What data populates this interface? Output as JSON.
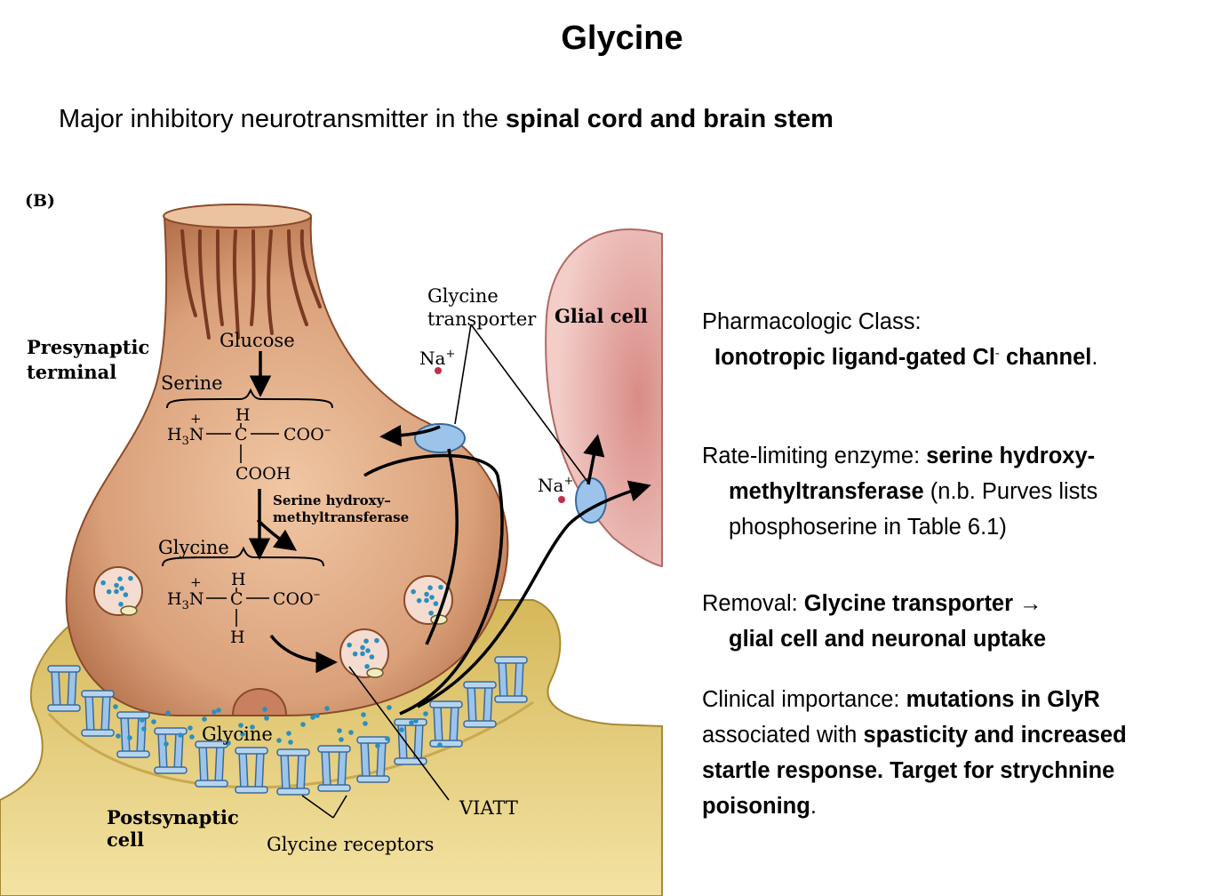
{
  "title": "Glycine",
  "subtitle": {
    "prefix": "Major inhibitory neurotransmitter in the ",
    "bold": "spinal cord and brain stem"
  },
  "diagram": {
    "panel_label": "(B)",
    "presynaptic_label": [
      "Presynaptic",
      "terminal"
    ],
    "glial_label": "Glial cell",
    "transporter_label": [
      "Glycine",
      "transporter"
    ],
    "na_label": "Na",
    "na_charge": "+",
    "glucose": "Glucose",
    "serine": "Serine",
    "glycine_label": "Glycine",
    "enzyme_label": [
      "Serine hydroxy–",
      "methyltransferase"
    ],
    "serine_formula": {
      "plus": "+",
      "h_top": "H",
      "amine": "H",
      "amine_sub": "3",
      "amine_n": "N",
      "carbon": "C",
      "coo": "COO",
      "coo_charge": "–",
      "bottom": "COOH"
    },
    "glycine_formula": {
      "plus": "+",
      "h_top": "H",
      "amine": "H",
      "amine_sub": "3",
      "amine_n": "N",
      "carbon": "C",
      "coo": "COO",
      "coo_charge": "–",
      "bottom": "H"
    },
    "cleft_glycine": "Glycine",
    "viatt": "VIATT",
    "postsynaptic_label": [
      "Postsynaptic",
      "cell"
    ],
    "receptors_label": "Glycine receptors",
    "colors": {
      "terminal": "#d9a07a",
      "terminal_dark": "#8a4a2a",
      "glial": "#e3a6a0",
      "postsynaptic": "#e8cf7a",
      "receptor": "#8fb7e0",
      "dots": "#2a8fbf"
    }
  },
  "panel": {
    "class_label": "Pharmacologic Class:",
    "class_value": "Ionotropic ligand-gated Cl",
    "class_charge": "-",
    "class_tail": " channel",
    "class_period": ".",
    "enzyme_label": "Rate-limiting enzyme:  ",
    "enzyme_bold1": "serine hydroxy-",
    "enzyme_bold2": "methyltransferase",
    "enzyme_note1": "  (n.b. Purves lists",
    "enzyme_note2": "phosphoserine  in Table 6.1)",
    "removal_label": "Removal:   ",
    "removal_bold1": "Glycine transporter →",
    "removal_bold2": "glial cell and neuronal uptake",
    "clinical_label": "Clinical importance:  ",
    "clinical_bold1": "mutations in GlyR",
    "clinical_line2_plain": "associated with ",
    "clinical_line2_bold": "spasticity and increased",
    "clinical_line3_bold": "startle response.  Target for strychnine",
    "clinical_line4_bold": "poisoning",
    "clinical_period": "."
  }
}
